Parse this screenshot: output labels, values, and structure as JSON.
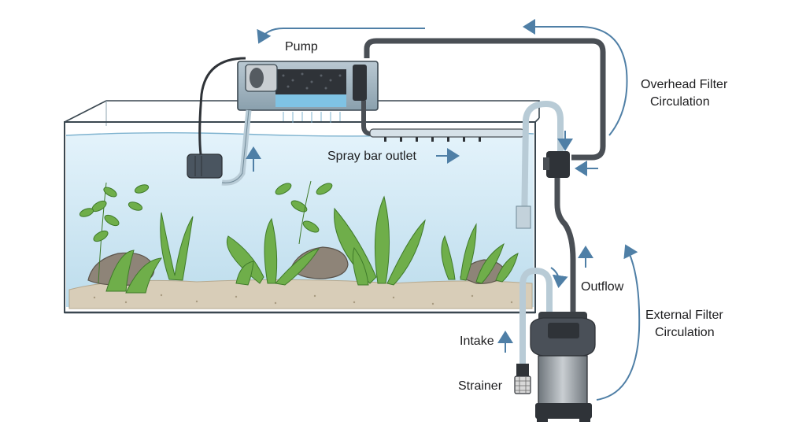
{
  "labels": {
    "pump": "Pump",
    "overhead_filter_line1": "Overhead Filter",
    "overhead_filter_line2": "Circulation",
    "spray_bar_outlet": "Spray bar outlet",
    "outflow": "Outflow",
    "external_filter_line1": "External Filter",
    "external_filter_line2": "Circulation",
    "intake": "Intake",
    "strainer": "Strainer"
  },
  "colors": {
    "flow_arrow": "#4f7fa6",
    "water": "#cfe8f5",
    "tank_outline": "#3a4750",
    "hose_dark": "#4a4f55",
    "hose_clear": "#b8cbd6",
    "plant_green": "#6fae4a",
    "substrate": "#d8cdb8",
    "filter_canister": "#8a9197"
  },
  "icons": [
    "flow-arrow-icon",
    "submersible-pump-icon",
    "strainer-icon",
    "t-valve-icon"
  ]
}
